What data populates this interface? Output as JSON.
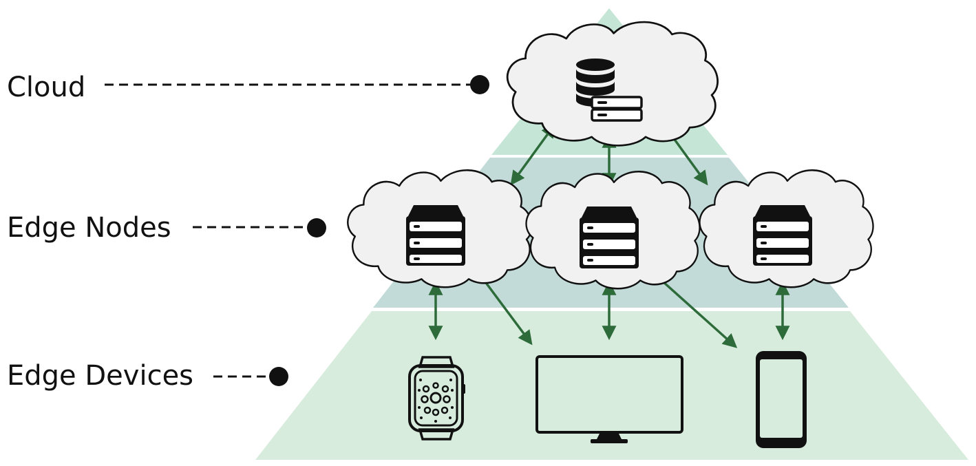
{
  "labels": {
    "cloud": "Cloud",
    "edge_nodes": "Edge Nodes",
    "edge_devices": "Edge Devices"
  },
  "colors": {
    "cloud_tier": "#c5e6d7",
    "edge_nodes_tier": "#c2dbd9",
    "edge_devices_tier": "#d7ecdc",
    "arrow": "#2e6b3a",
    "cloud_fill": "#f1f1f1",
    "ink": "#111111"
  },
  "icons": {
    "cloud_server": "database-server-icon",
    "edge_node": "server-rack-icon",
    "devices": [
      "smartwatch-icon",
      "monitor-icon",
      "smartphone-icon"
    ]
  }
}
